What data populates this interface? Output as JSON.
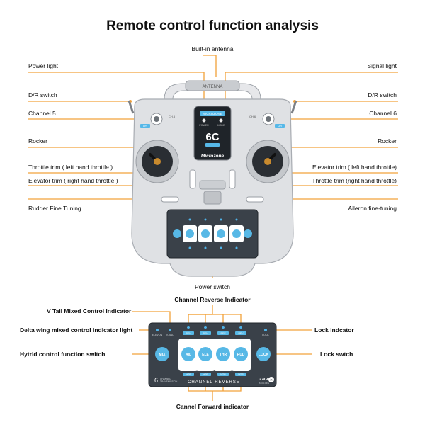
{
  "title": "Remote control function analysis",
  "labels": {
    "built_in_antenna": "Built-in antenna",
    "power_light": "Power light",
    "signal_light": "Signal light",
    "dr_switch_left": "D/R switch",
    "dr_switch_right": "D/R switch",
    "channel_5": "Channel 5",
    "channel_6": "Channel 6",
    "rocker_left": "Rocker",
    "rocker_right": "Rocker",
    "throttle_trim_left": "Throttle trim ( left hand throttle )",
    "elevator_trim_right_hand": "Elevator trim ( right hand throttle )",
    "elevator_trim_left_hand": "Elevator trim ( left hand throttle)",
    "throttle_trim_right_hand": "Throttle trim (right hand throttle)",
    "rudder_fine_tuning": "Rudder Fine Tuning",
    "aileron_fine_tuning": "Aileron fine-tuning",
    "power_switch": "Power switch",
    "channel_reverse_indicator": "Channel Reverse Indicator",
    "v_tail_indicator": "V Tail Mixed Control Indicator",
    "delta_wing_indicator": "Delta wing mixed control indicator light",
    "lock_indicator": "Lock indcator",
    "hybrid_switch": "Hytrid control function switch",
    "lock_switch": "Lock swtch",
    "channel_forward_indicator": "Cannel Forward indicator"
  },
  "device": {
    "antenna_label": "ANTENNA",
    "model": "6C",
    "brand": "Microzone",
    "screen_small": "MICROZONE",
    "power_label": "POWER",
    "mode_label": "MODE",
    "ch5_label": "CH.5",
    "ch6_label": "CH.6",
    "dr_left": "D/R",
    "dr_right": "D/R"
  },
  "panel": {
    "buttons": [
      "MIX",
      "AIL",
      "ELE",
      "THR",
      "RUD",
      "LOCK"
    ],
    "top_small_left": "ELEVON",
    "top_small_mid": "V-TAIL",
    "top_small_right": "LOCK",
    "rev_label": "REV",
    "nor_label": "NOR",
    "channel_reverse": "CHANNEL REVERSE",
    "six": "6",
    "channel_text": "CHANNEL\nTRANSMISSION",
    "ghz": "2.4GHz",
    "ghz_sub": "6 CH.CFG"
  },
  "colors": {
    "leader": "#f2a23a",
    "device_body": "#dfe1e4",
    "panel_dark": "#3a4149",
    "button_blue": "#57b8e6",
    "indicator_blue": "#4fb3e8"
  }
}
